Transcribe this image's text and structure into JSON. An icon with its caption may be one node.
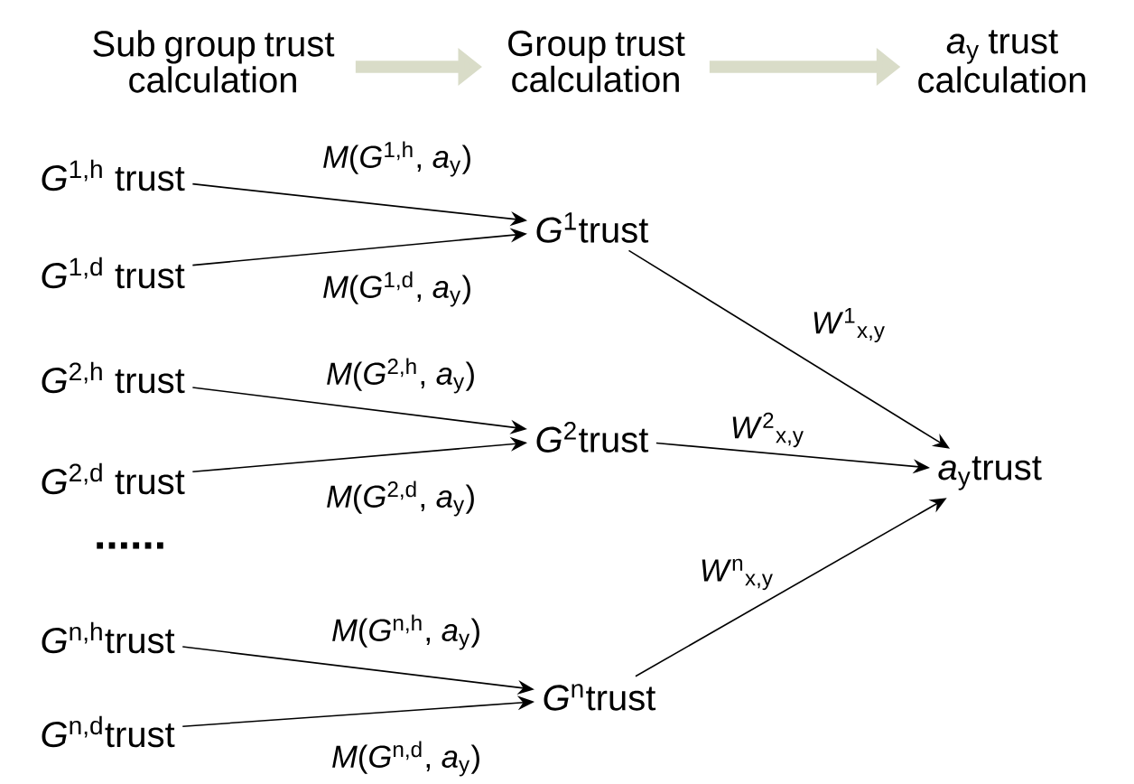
{
  "diagram": {
    "nodes": [
      {
        "text": [
          "Sub group trust calculation"
        ]
      },
      {
        "text": [
          "Group trust calculation"
        ]
      },
      {
        "text": [
          "*a*$_{y}$ trust calculation"
        ]
      },
      {
        "text": [
          "*G*$^{1,h}$ trust"
        ]
      },
      {
        "text": [
          "*G*$^{1,d}$ trust"
        ]
      },
      {
        "text": [
          "*G*$^{1}$trust"
        ]
      },
      {
        "text": [
          "*G*$^{2,h}$ trust"
        ]
      },
      {
        "text": [
          "*G*$^{2,d}$ trust"
        ]
      },
      {
        "text": [
          "*G*$^{2}$trust"
        ]
      },
      {
        "text": [
          "*G*$^{n,h}$trust"
        ]
      },
      {
        "text": [
          "*G*$^{n,d}$trust"
        ]
      },
      {
        "text": [
          "*G*$^{n}$trust"
        ]
      },
      {
        "text": [
          "*a*$_{y}$trust"
        ]
      }
    ],
    "edges": [
      {
        "from": 0,
        "to": 1,
        "arrow": "to",
        "style": "thick",
        "color": "#d9dcc8"
      },
      {
        "from": 1,
        "to": 2,
        "arrow": "to",
        "style": "thick",
        "color": "#d9dcc8"
      },
      {
        "from": 3,
        "to": 5,
        "arrow": "to",
        "label": "*M*(*G*$^{1,h}$, *a*$_{y}$)"
      },
      {
        "from": 4,
        "to": 5,
        "arrow": "to",
        "label": "*M*(*G*$^{1,d}$, *a*$_{y}$)"
      },
      {
        "from": 6,
        "to": 8,
        "arrow": "to",
        "label": "*M*(*G*$^{2,h}$, *a*$_{y}$)"
      },
      {
        "from": 7,
        "to": 8,
        "arrow": "to",
        "label": "*M*(*G*$^{2,d}$, *a*$_{y}$)"
      },
      {
        "from": 9,
        "to": 11,
        "arrow": "to",
        "label": "*M*(*G*$^{n,h}$, *a*$_{y}$)"
      },
      {
        "from": 10,
        "to": 11,
        "arrow": "to",
        "label": "*M*(*G*$^{n,d}$, *a*$_{y}$)"
      },
      {
        "from": 5,
        "to": 12,
        "arrow": "to",
        "label": "*W*$^{1}$$_{x,y}$"
      },
      {
        "from": 8,
        "to": 12,
        "arrow": "to",
        "label": "*W*$^{2}$$_{x,y}$"
      },
      {
        "from": 11,
        "to": 12,
        "arrow": "to",
        "label": "*W*$^{n}$$_{x,y}$"
      }
    ],
    "labels": [
      "......"
    ]
  }
}
